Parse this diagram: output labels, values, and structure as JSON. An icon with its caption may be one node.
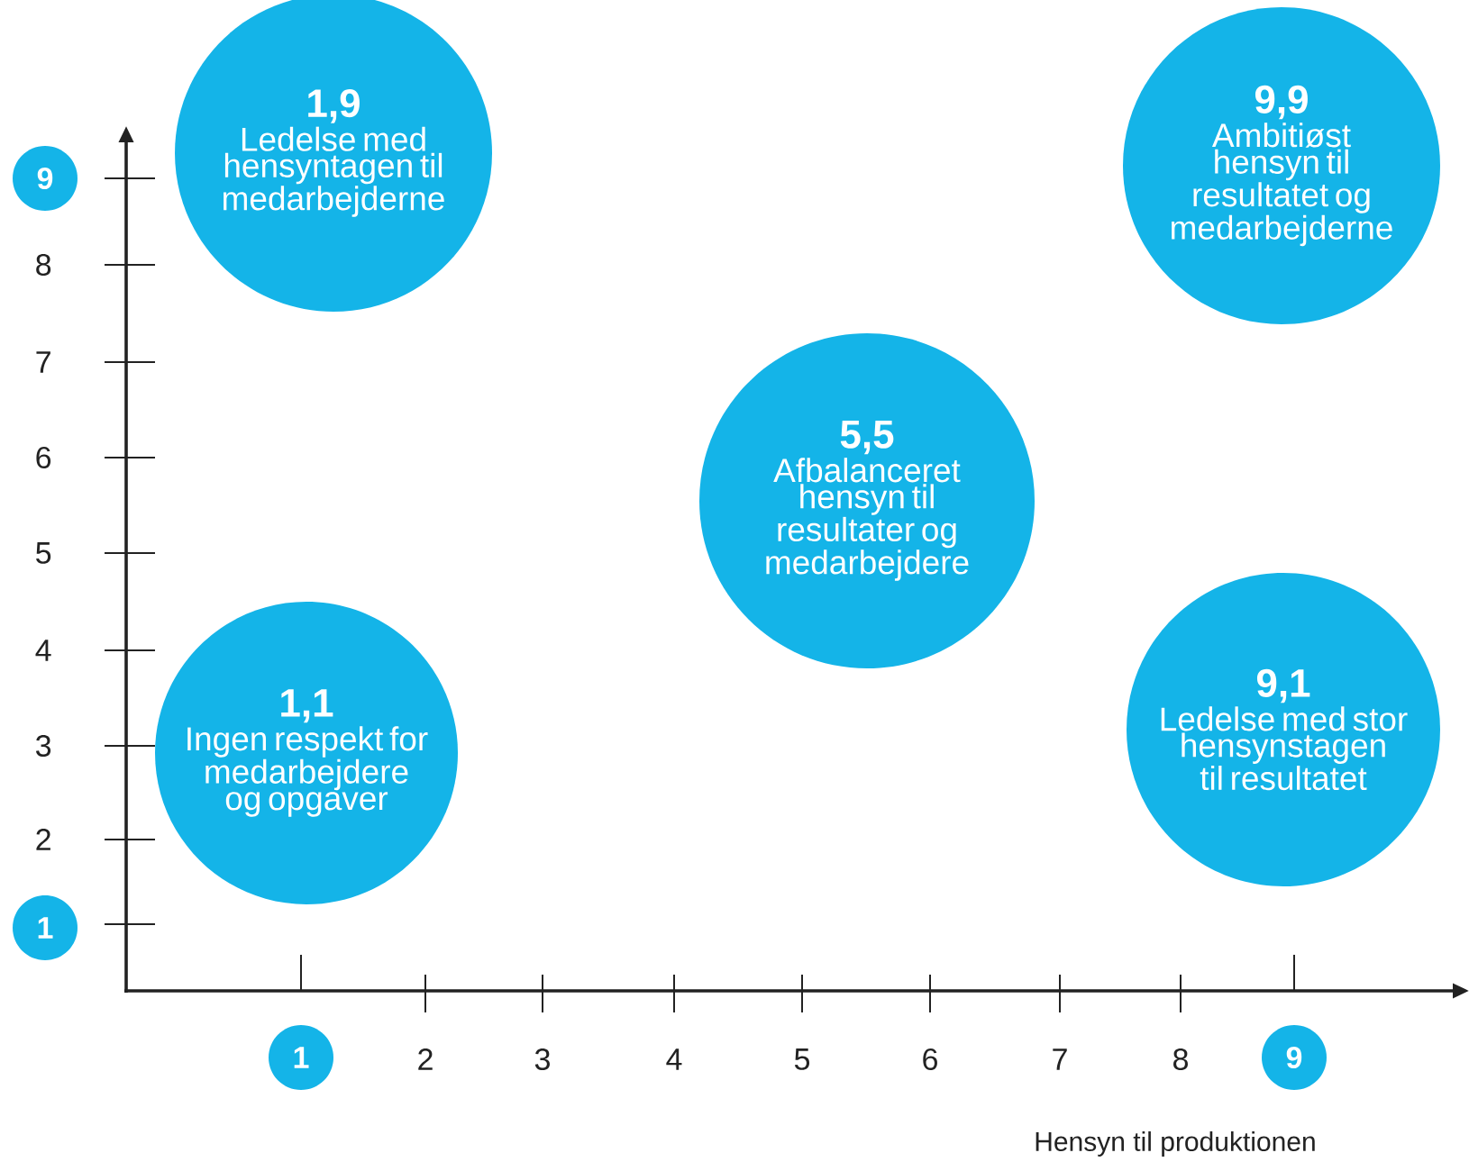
{
  "diagram": {
    "nodes": [
      {
        "text": [
          "1,9",
          "Ledelse med hensyntagen til medarbejderne"
        ]
      },
      {
        "text": [
          "9,9",
          "Ambitiøst hensyn til resultatet og medarbejderne"
        ]
      },
      {
        "text": [
          "9"
        ]
      },
      {
        "text": [
          "5,5",
          "Afbalanceret hensyn til resultater og medarbejdere"
        ]
      },
      {
        "text": [
          "1,1",
          "Ingen respekt for medarbejdere og opgaver"
        ]
      },
      {
        "text": [
          "9,1",
          "Ledelse med stor hensynstagen til resultatet"
        ]
      },
      {
        "text": [
          "1"
        ]
      },
      {
        "text": [
          "1"
        ]
      },
      {
        "text": [
          "9"
        ]
      }
    ],
    "labels": [
      "8",
      "7",
      "6",
      "5",
      "4",
      "3",
      "2",
      "2",
      "3",
      "4",
      "5",
      "6",
      "7",
      "8",
      "Hensyn til produktionen"
    ]
  }
}
